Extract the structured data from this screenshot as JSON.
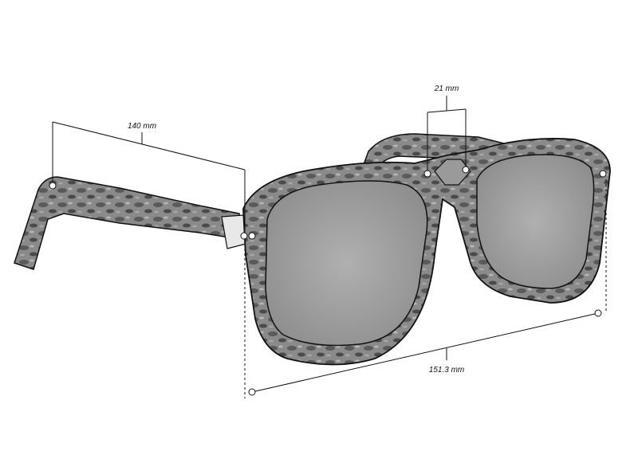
{
  "diagram": {
    "subject": "sunglasses",
    "measurements": [
      {
        "id": "temple-length",
        "label": "140 mm"
      },
      {
        "id": "bridge-width",
        "label": "21 mm"
      },
      {
        "id": "frame-width",
        "label": "151.3 mm"
      }
    ]
  },
  "colors": {
    "frame": "#7a7a7a",
    "lens": "#a9a9a9",
    "line": "#111111"
  }
}
